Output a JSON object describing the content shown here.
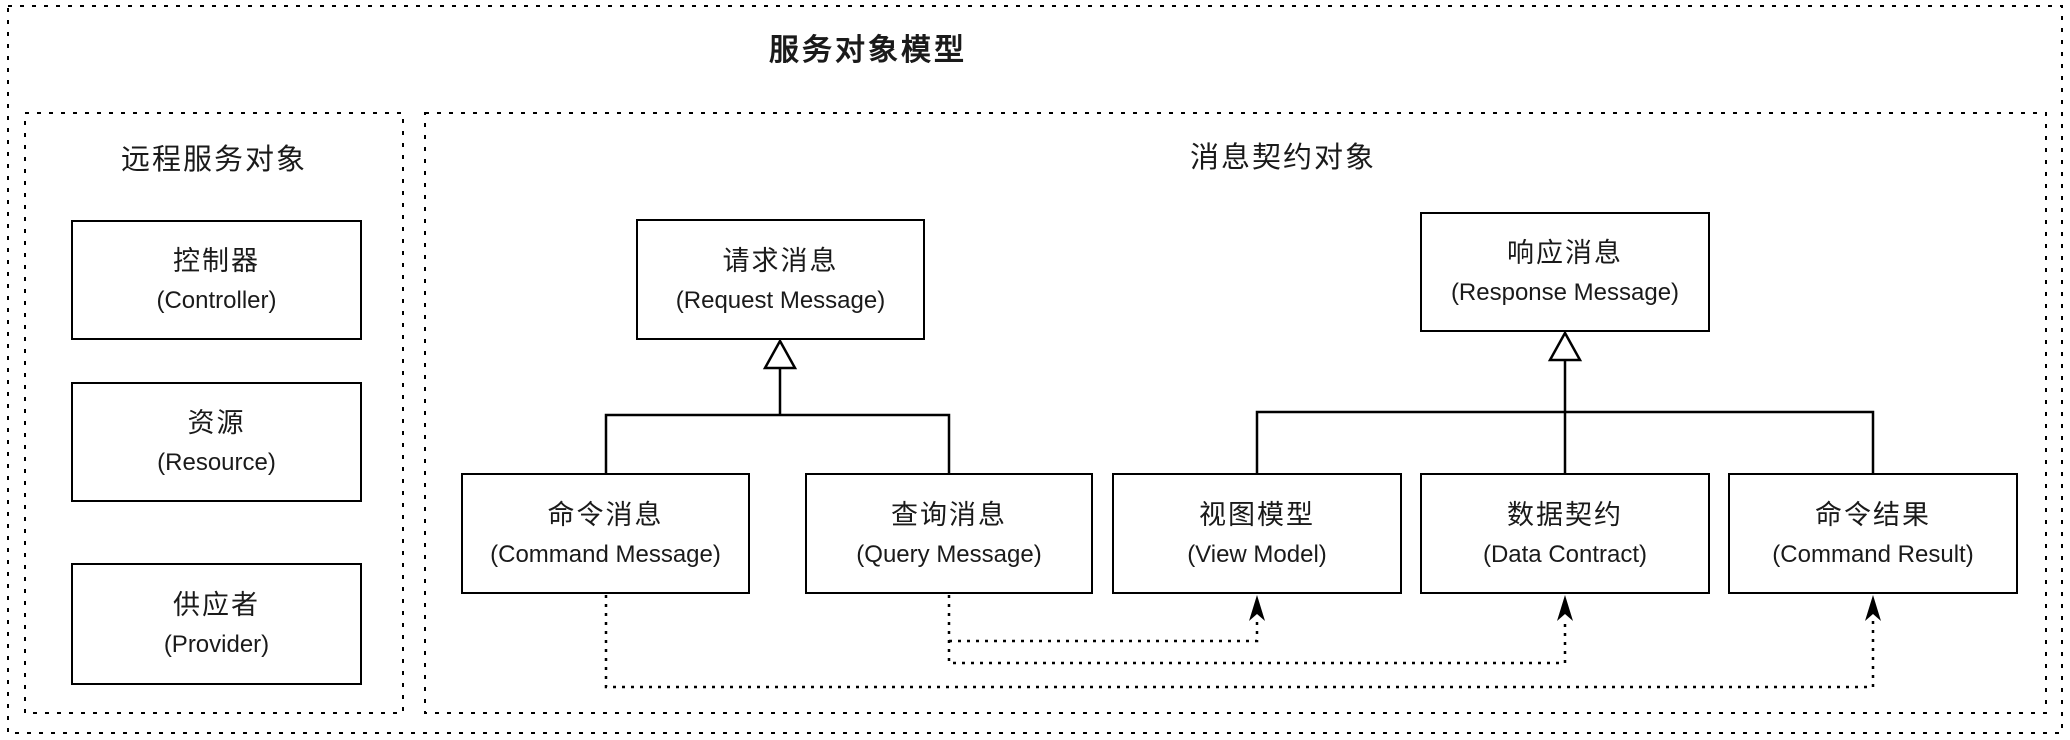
{
  "title": "服务对象模型",
  "groups": {
    "remote_service_objects": {
      "label": "远程服务对象"
    },
    "message_contract_objects": {
      "label": "消息契约对象"
    }
  },
  "boxes": {
    "controller": {
      "zh": "控制器",
      "en": "(Controller)"
    },
    "resource": {
      "zh": "资源",
      "en": "(Resource)"
    },
    "provider": {
      "zh": "供应者",
      "en": "(Provider)"
    },
    "request_message": {
      "zh": "请求消息",
      "en": "(Request Message)"
    },
    "response_message": {
      "zh": "响应消息",
      "en": "(Response Message)"
    },
    "command_message": {
      "zh": "命令消息",
      "en": "(Command Message)"
    },
    "query_message": {
      "zh": "查询消息",
      "en": "(Query Message)"
    },
    "view_model": {
      "zh": "视图模型",
      "en": "(View Model)"
    },
    "data_contract": {
      "zh": "数据契约",
      "en": "(Data Contract)"
    },
    "command_result": {
      "zh": "命令结果",
      "en": "(Command Result)"
    }
  },
  "relationships": {
    "inheritance": [
      {
        "child": "命令消息",
        "parent": "请求消息"
      },
      {
        "child": "查询消息",
        "parent": "请求消息"
      },
      {
        "child": "视图模型",
        "parent": "响应消息"
      },
      {
        "child": "数据契约",
        "parent": "响应消息"
      },
      {
        "child": "命令结果",
        "parent": "响应消息"
      }
    ],
    "dependencies": [
      {
        "from": "命令消息",
        "to": "命令结果"
      },
      {
        "from": "查询消息",
        "to": "视图模型"
      },
      {
        "from": "查询消息",
        "to": "数据契约"
      }
    ]
  },
  "colors": {
    "line": "#000000",
    "background": "#ffffff",
    "text": "#1a1a1a"
  }
}
